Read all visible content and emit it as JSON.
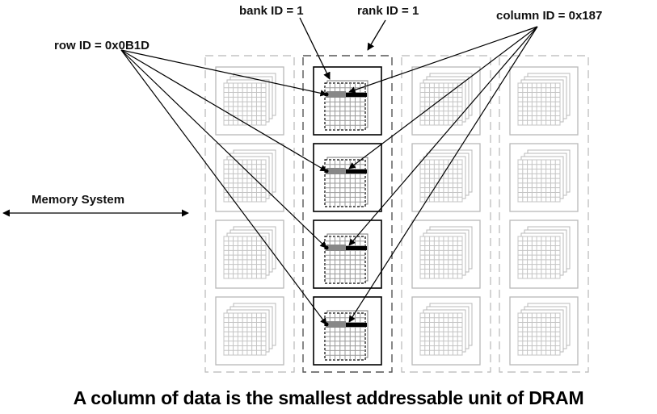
{
  "labels": {
    "bank": "bank ID = 1",
    "rank": "rank ID = 1",
    "column": "column ID = 0x187",
    "row": "row ID = 0x0B1D",
    "memory_system": "Memory System"
  },
  "caption": "A column of data is the smallest addressable unit of DRAM",
  "layout_info": {
    "ranks": 4,
    "banks_per_rank": 4,
    "highlighted_rank": 1,
    "highlighted_bank": 1
  },
  "colors": {
    "faded": "#b8b8b8",
    "grid_faded": "#c4c4c4",
    "active": "#000000",
    "highlight": "#888888"
  }
}
